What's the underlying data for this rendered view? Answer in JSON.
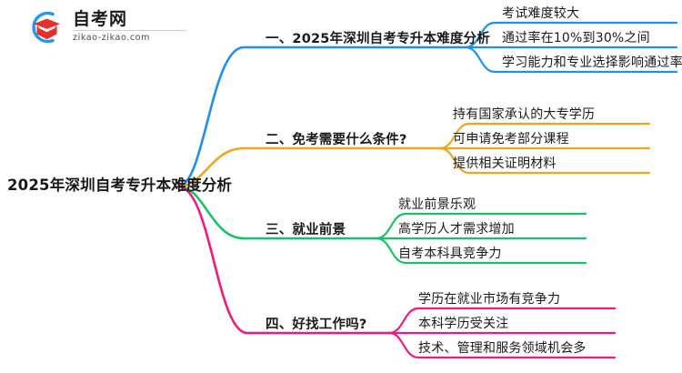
{
  "logo": {
    "title": "自考网",
    "subtitle": "zikao-zikao.com",
    "mark_icon": "graduation-cap-icon",
    "ring_color": "#2196F3",
    "cap_color": "#E8302A"
  },
  "mindmap": {
    "root": {
      "label": "2025年深圳自考专升本难度分析"
    },
    "branches": [
      {
        "label": "一、2025年深圳自考专升本难度分析",
        "color": "#1E8FF0",
        "leaves": [
          {
            "label": "考试难度较大"
          },
          {
            "label": "通过率在10%到30%之间"
          },
          {
            "label": "学习能力和专业选择影响通过率"
          }
        ]
      },
      {
        "label": "二、免考需要什么条件?",
        "color": "#F0A51E",
        "leaves": [
          {
            "label": "持有国家承认的大专学历"
          },
          {
            "label": "可申请免考部分课程"
          },
          {
            "label": "提供相关证明材料"
          }
        ]
      },
      {
        "label": "三、就业前景",
        "color": "#17C26B",
        "leaves": [
          {
            "label": "就业前景乐观"
          },
          {
            "label": "高学历人才需求增加"
          },
          {
            "label": "自考本科具竞争力"
          }
        ]
      },
      {
        "label": "四、好找工作吗?",
        "color": "#F2187E",
        "leaves": [
          {
            "label": "学历在就业市场有竞争力"
          },
          {
            "label": "本科学历受关注"
          },
          {
            "label": "技术、管理和服务领域机会多"
          }
        ]
      }
    ]
  }
}
